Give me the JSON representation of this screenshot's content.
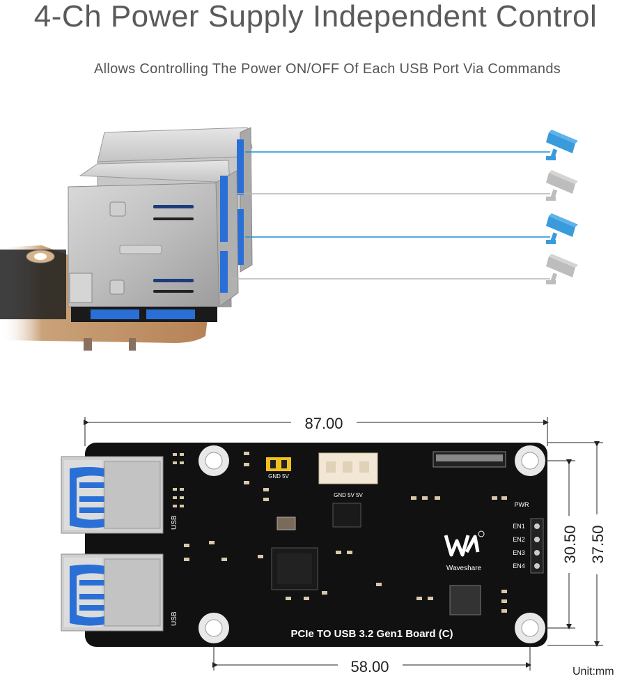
{
  "header": {
    "title": "4-Ch Power Supply Independent Control",
    "subtitle": "Allows Controlling The Power ON/OFF Of Each USB Port Via Commands"
  },
  "colors": {
    "active_line": "#1d8fd0",
    "inactive_line": "#b5b5b5",
    "camera_active": "#3a9bdc",
    "camera_inactive": "#bdbdbd",
    "board": "#111111",
    "usb_blue": "#2a6fd6"
  },
  "ports": [
    {
      "state": "on",
      "icon": "camera-icon"
    },
    {
      "state": "off",
      "icon": "camera-icon"
    },
    {
      "state": "on",
      "icon": "camera-icon"
    },
    {
      "state": "off",
      "icon": "camera-icon"
    }
  ],
  "board": {
    "name": "PCIe TO USB 3.2 Gen1 Board (C)",
    "brand": "Waveshare",
    "usb_label_1": "USB",
    "usb_label_2": "USB",
    "jumper_label": "GND 5V",
    "connector_label": "GND 5V 5V",
    "pwr_label": "PWR",
    "en_labels": [
      "EN1",
      "EN2",
      "EN3",
      "EN4"
    ]
  },
  "dimensions": {
    "width": "87.00",
    "hole_spacing_h": "58.00",
    "hole_spacing_v": "30.50",
    "height": "37.50",
    "unit": "Unit:mm"
  }
}
